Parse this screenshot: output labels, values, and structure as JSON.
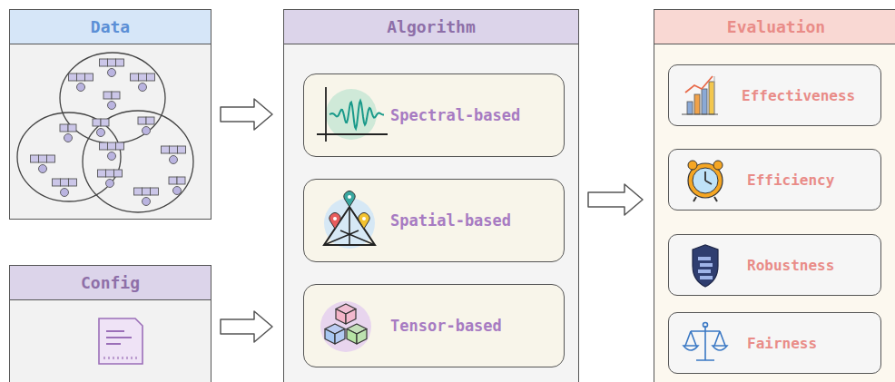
{
  "diagram": {
    "nodes": [
      {
        "text": [
          "Data"
        ]
      },
      {
        "text": [
          "Config"
        ]
      },
      {
        "text": [
          "Algorithm"
        ]
      },
      {
        "text": [
          "Spectral-based"
        ],
        "in": 2
      },
      {
        "text": [
          "Spatial-based"
        ],
        "in": 2
      },
      {
        "text": [
          "Tensor-based"
        ],
        "in": 2
      },
      {
        "text": [
          "Evaluation"
        ]
      },
      {
        "text": [
          "Effectiveness"
        ],
        "in": 6
      },
      {
        "text": [
          "Efficiency"
        ],
        "in": 6
      },
      {
        "text": [
          "Robustness"
        ],
        "in": 6
      },
      {
        "text": [
          "Fairness"
        ],
        "in": 6
      }
    ],
    "edges": [
      {
        "from": 0,
        "to": 2,
        "arrow": "to"
      },
      {
        "from": 1,
        "to": 2,
        "arrow": "to"
      },
      {
        "from": 2,
        "to": 6,
        "arrow": "to"
      }
    ]
  }
}
